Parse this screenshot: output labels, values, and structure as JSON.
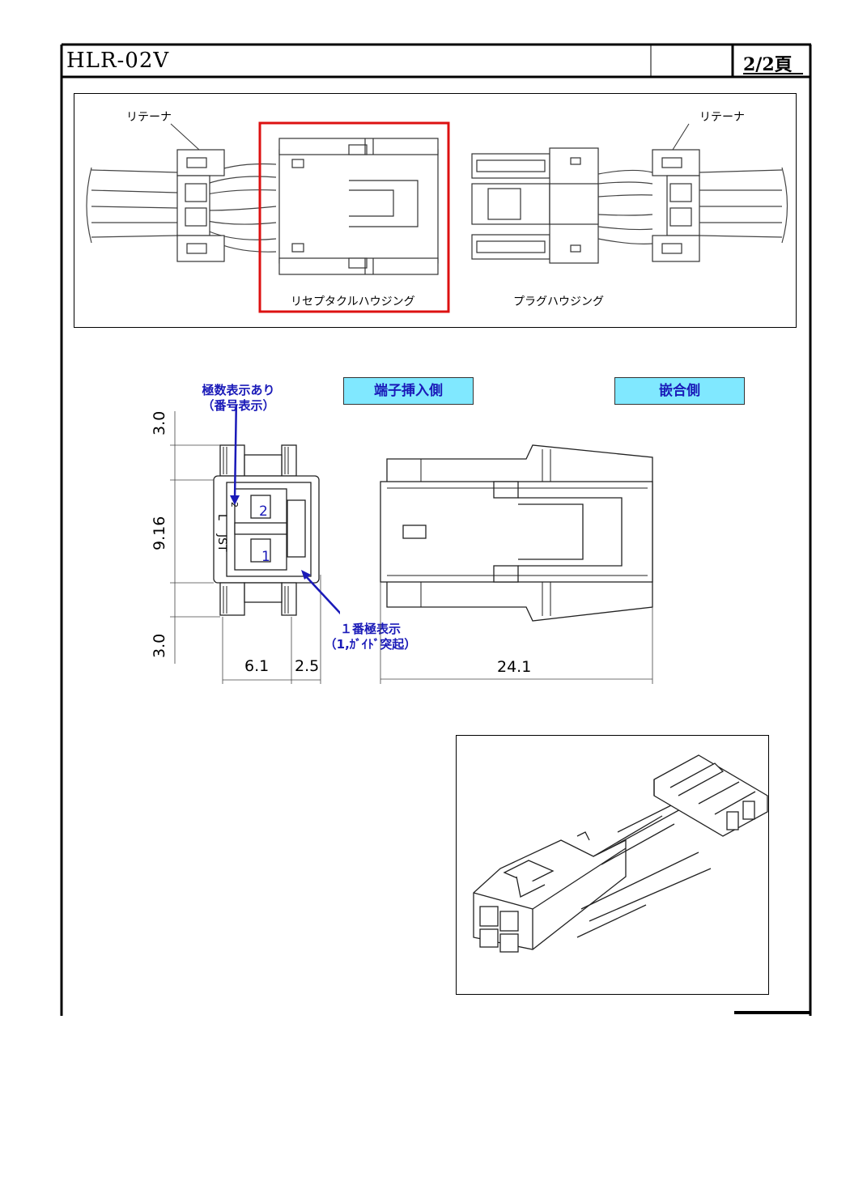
{
  "header": {
    "title": "HLR-02V",
    "page_label": "2/2頁"
  },
  "top_view": {
    "retainer_left": "リテーナ",
    "retainer_right": "リテーナ",
    "receptacle_housing": "リセプタクルハウジング",
    "plug_housing": "プラグハウジング",
    "highlight_color": "#dd1111"
  },
  "annotations": {
    "polarity_line1": "極数表示あり",
    "polarity_line2": "（番号表示）",
    "pin1_line1": "１番極表示",
    "pin1_line2": "（1,ｶﾞｲﾄﾞ突起）",
    "pin_num_1": "1",
    "pin_num_2": "2",
    "jst_mark": "JST",
    "l_mark": "L",
    "small_2": "2"
  },
  "tags": {
    "terminal_side": "端子挿入側",
    "mating_side": "嵌合側",
    "tag_color": "#80e8ff",
    "label_color": "#1a1ab8"
  },
  "dimensions": {
    "d_top": "3.0",
    "d_mid": "9.16",
    "d_bottom": "3.0",
    "w_6_1": "6.1",
    "w_2_5": "2.5",
    "w_24_1": "24.1"
  }
}
